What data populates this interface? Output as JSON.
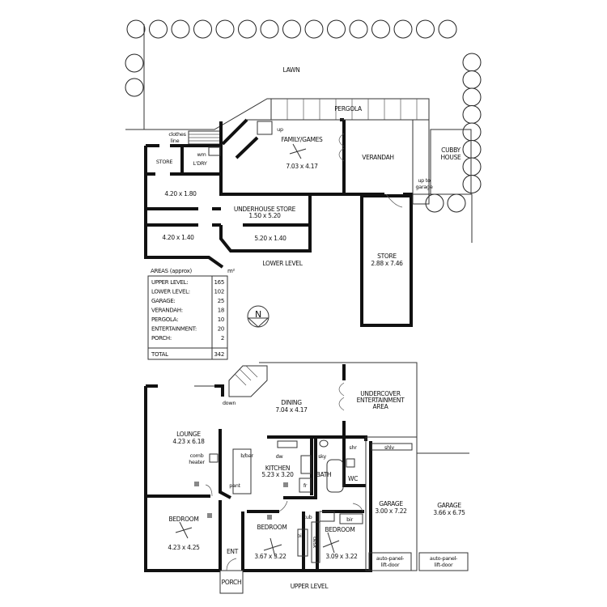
{
  "lower_level": {
    "title": "LOWER LEVEL",
    "lawn": "LAWN",
    "pergola": "PERGOLA",
    "clothes_line": [
      "clothes",
      "line"
    ],
    "store": "STORE",
    "laundry": "L'DRY",
    "wm": "wm",
    "up": "up",
    "family_games": {
      "name": "FAMILY/GAMES",
      "dims": "7.03 x 4.17"
    },
    "verandah": "VERANDAH",
    "cubby_house": [
      "CUBBY",
      "HOUSE"
    ],
    "up_to_garage": [
      "up to",
      "garage"
    ],
    "room_4_20x1_80": "4.20 x 1.80",
    "underhouse_store": {
      "name": "UNDERHOUSE STORE",
      "dims": "1.50 x 5.20"
    },
    "room_4_20x1_40": "4.20 x 1.40",
    "room_5_20x1_40": "5.20 x 1.40",
    "long_store": {
      "name": "STORE",
      "dims": "2.88 x 7.46"
    }
  },
  "areas": {
    "title": "AREAS (approx)",
    "unit": "m²",
    "rows": [
      {
        "label": "UPPER LEVEL:",
        "value": "165"
      },
      {
        "label": "LOWER LEVEL:",
        "value": "102"
      },
      {
        "label": "GARAGE:",
        "value": "25"
      },
      {
        "label": "VERANDAH:",
        "value": "18"
      },
      {
        "label": "PERGOLA:",
        "value": "10"
      },
      {
        "label": "ENTERTAINMENT:",
        "value": "20"
      },
      {
        "label": "PORCH:",
        "value": "2"
      }
    ],
    "total": {
      "label": "TOTAL",
      "value": "342"
    }
  },
  "north": "N",
  "upper_level": {
    "title": "UPPER LEVEL",
    "down": "down",
    "dining": {
      "name": "DINING",
      "dims": "7.04 x 4.17"
    },
    "entertainment": [
      "UNDERCOVER",
      "ENTERTAINMENT",
      "AREA"
    ],
    "lounge": {
      "name": "LOUNGE",
      "dims": "4.23 x 6.18"
    },
    "comb_heater": [
      "comb",
      "heater"
    ],
    "bbar": "b/bar",
    "dw": "dw",
    "kitchen": {
      "name": "KITCHEN",
      "dims": "5.23 x 3.20"
    },
    "pant": "pant",
    "fr": "fr",
    "sky": "sky",
    "bath": "BATH",
    "shr": "shr",
    "wc": "WC",
    "shlv": "shlv",
    "bedroom1": {
      "name": "BEDROOM",
      "dims": "4.23 x 4.25"
    },
    "bedroom2": {
      "name": "BEDROOM",
      "dims": "3.67 x 3.22"
    },
    "bedroom3": {
      "name": "BEDROOM",
      "dims": "3.09 x 3.22"
    },
    "cub": "cub",
    "bir1": "bir",
    "bir2": "bir",
    "desk": "desk",
    "ent": "ENT",
    "porch": "PORCH",
    "garage1": {
      "name": "GARAGE",
      "dims": "3.00 x 7.22"
    },
    "garage2": {
      "name": "GARAGE",
      "dims": "3.66 x 6.75"
    },
    "door1": [
      "auto-panel-",
      "lift-door"
    ],
    "door2": [
      "auto-panel-",
      "lift-door"
    ]
  }
}
